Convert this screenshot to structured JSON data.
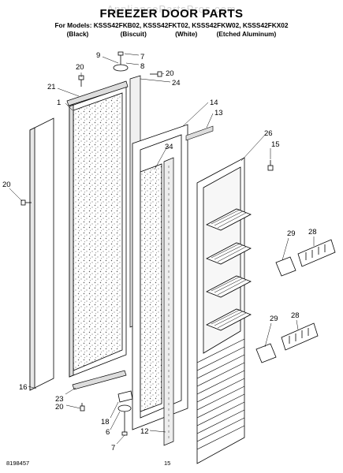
{
  "header": {
    "watermark": "AppliancePartsPros.com",
    "title": "FREEZER DOOR PARTS",
    "models_line": "For Models: KSSS42FKB02, KSSS42FKT02, KSSS42FKW02, KSSS42FKX02",
    "finishes": [
      "(Black)",
      "(Biscuit)",
      "(White)",
      "(Etched Aluminum)"
    ]
  },
  "callouts": {
    "c1": "1",
    "c6": "6",
    "c7a": "7",
    "c7b": "7",
    "c8": "8",
    "c9": "9",
    "c12": "12",
    "c13": "13",
    "c14": "14",
    "c15": "15",
    "c16": "16",
    "c18": "18",
    "c20a": "20",
    "c20b": "20",
    "c20c": "20",
    "c20d": "20",
    "c21": "21",
    "c23": "23",
    "c24": "24",
    "c26": "26",
    "c28a": "28",
    "c28b": "28",
    "c29a": "29",
    "c29b": "29",
    "c34": "34"
  },
  "footer": {
    "doc_number": "8198457",
    "page": "15"
  }
}
